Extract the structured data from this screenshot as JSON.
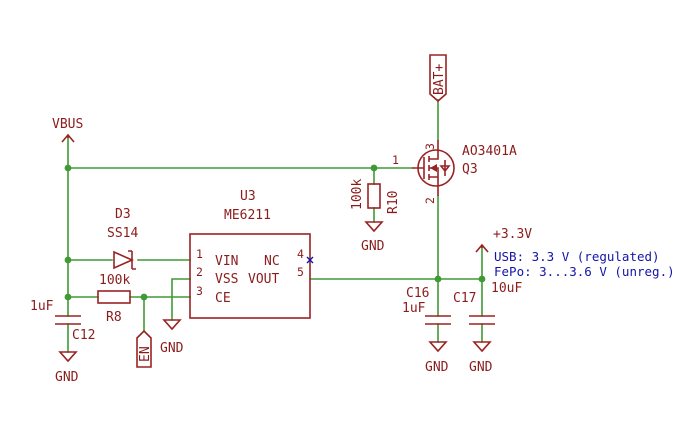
{
  "power": {
    "vbus": "VBUS",
    "v33": "+3.3V",
    "gnd": "GND"
  },
  "nets": {
    "batplus": "BAT+",
    "en": "EN"
  },
  "q3": {
    "ref": "Q3",
    "value": "AO3401A",
    "pin_g": "1",
    "pin_s": "2",
    "pin_d": "3"
  },
  "r10": {
    "ref": "R10",
    "value": "100k"
  },
  "r8": {
    "ref": "R8",
    "value": "100k"
  },
  "d3": {
    "ref": "D3",
    "value": "SS14"
  },
  "u3": {
    "ref": "U3",
    "value": "ME6211",
    "pins": [
      {
        "num": "1",
        "name": "VIN"
      },
      {
        "num": "2",
        "name": "VSS"
      },
      {
        "num": "3",
        "name": "CE"
      },
      {
        "num": "4",
        "name": "NC"
      },
      {
        "num": "5",
        "name": "VOUT"
      }
    ]
  },
  "c12": {
    "ref": "C12",
    "value": "1uF"
  },
  "c16": {
    "ref": "C16",
    "value": "1uF"
  },
  "c17": {
    "ref": "C17",
    "value": "10uF"
  },
  "notes": {
    "usb": "USB: 3.3 V (regulated)",
    "fepo": "FePo: 3...3.6 V (unreg.)"
  },
  "colors": {
    "wire": "#3f9a36",
    "component": "#9a2222",
    "note": "#1414a8",
    "background": "#ffffff"
  }
}
